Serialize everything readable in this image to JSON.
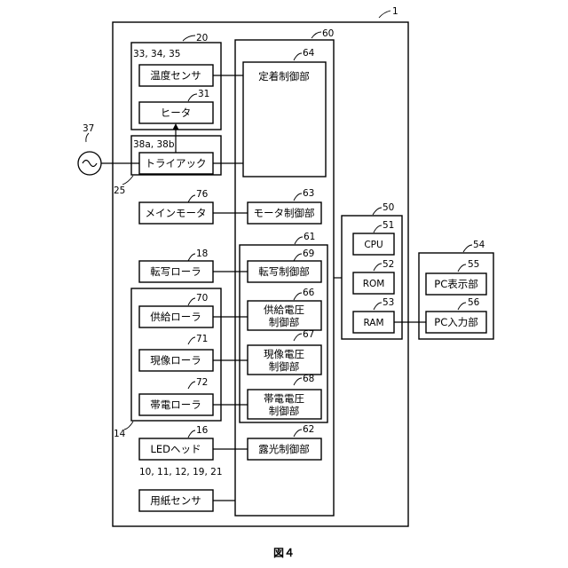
{
  "refs": {
    "device": "1",
    "fixing_unit": "20",
    "temp_sensor": "33, 34, 35",
    "heater": "31",
    "triac_group": "38a, 38b",
    "triac_box": "25",
    "ac_source": "37",
    "main_motor": "76",
    "transfer_roller": "18",
    "supply_roller": "70",
    "develop_roller": "71",
    "charge_roller": "72",
    "process_group": "14",
    "led_head": "16",
    "paper_sensor": "10, 11, 12, 19, 21",
    "control_unit": "60",
    "fixing_control": "64",
    "motor_control": "63",
    "voltage_group": "61",
    "transfer_control": "69",
    "supply_control": "66",
    "develop_control": "67",
    "charge_control": "68",
    "exposure_control": "62",
    "computer": "50",
    "cpu": "51",
    "rom": "52",
    "ram": "53",
    "pc": "54",
    "pc_display": "55",
    "pc_input": "56"
  },
  "labels": {
    "temp_sensor": "温度センサ",
    "heater": "ヒータ",
    "triac": "トライアック",
    "main_motor": "メインモータ",
    "transfer_roller": "転写ローラ",
    "supply_roller": "供給ローラ",
    "develop_roller": "現像ローラ",
    "charge_roller": "帯電ローラ",
    "led_head": "LEDヘッド",
    "paper_sensor": "用紙センサ",
    "fixing_control": "定着制御部",
    "motor_control": "モータ制御部",
    "transfer_control": "転写制御部",
    "supply_control_1": "供給電圧",
    "supply_control_2": "制御部",
    "develop_control_1": "現像電圧",
    "develop_control_2": "制御部",
    "charge_control_1": "帯電電圧",
    "charge_control_2": "制御部",
    "exposure_control": "露光制御部",
    "cpu": "CPU",
    "rom": "ROM",
    "ram": "RAM",
    "pc_display": "PC表示部",
    "pc_input": "PC入力部"
  },
  "caption": "図４"
}
